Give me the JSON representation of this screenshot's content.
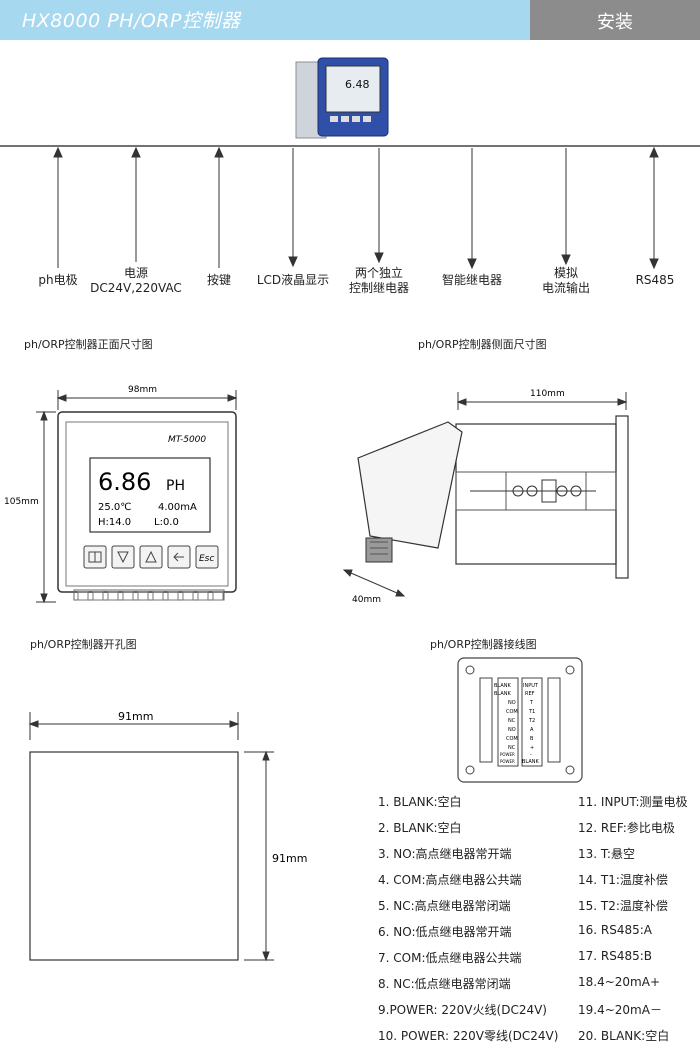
{
  "header": {
    "title": "HX8000 PH/ORP控制器",
    "section": "安装"
  },
  "device_top": {
    "display_value": "6.48"
  },
  "connections": [
    {
      "line1": "ph电极",
      "line2": ""
    },
    {
      "line1": "电源",
      "line2": "DC24V,220VAC"
    },
    {
      "line1": "按键",
      "line2": ""
    },
    {
      "line1": "LCD液晶显示",
      "line2": ""
    },
    {
      "line1": "两个独立",
      "line2": "控制继电器"
    },
    {
      "line1": "智能继电器",
      "line2": ""
    },
    {
      "line1": "模拟",
      "line2": "电流输出"
    },
    {
      "line1": "RS485",
      "line2": ""
    }
  ],
  "diagrams": {
    "front": {
      "title": "ph/ORP控制器正面尺寸图",
      "width_label": "98mm",
      "height_label": "105mm",
      "model": "MT-5000",
      "reading": "6.86",
      "unit": "PH",
      "temp": "25.0℃",
      "current": "4.00mA",
      "h_value": "H:14.0",
      "l_value": "L:0.0",
      "esc_key": "Esc"
    },
    "side": {
      "title": "ph/ORP控制器侧面尺寸图",
      "length_label": "110mm",
      "depth_label": "40mm"
    },
    "cutout": {
      "title": "ph/ORP控制器开孔图",
      "width_label": "91mm",
      "height_label": "91mm"
    },
    "wiring": {
      "title": "ph/ORP控制器接线图",
      "left_terms": [
        "BLANK",
        "BLANK",
        "NO",
        "COM",
        "NC",
        "NO",
        "COM",
        "NC",
        "POWER",
        "POWER"
      ],
      "right_terms": [
        "INPUT",
        "REF",
        "T",
        "T1",
        "T2",
        "A",
        "B",
        "+",
        "-",
        "BLANK"
      ]
    }
  },
  "wiring_list": {
    "left": [
      "1.  BLANK:空白",
      "2.  BLANK:空白",
      "3.  NO:高点继电器常开端",
      "4.  COM:高点继电器公共端",
      "5.  NC:高点继电器常闭端",
      "6.  NO:低点继电器常开端",
      "7.  COM:低点继电器公共端",
      "8.  NC:低点继电器常闭端",
      "9.POWER: 220V火线(DC24V)",
      "10. POWER: 220V零线(DC24V)"
    ],
    "right": [
      "11. INPUT:测量电极",
      "12. REF:参比电极",
      "13. T:悬空",
      "14. T1:温度补偿",
      "15. T2:温度补偿",
      "16. RS485:A",
      "17. RS485:B",
      "18.4~20mA+",
      "19.4~20mA－",
      "20. BLANK:空白"
    ]
  }
}
